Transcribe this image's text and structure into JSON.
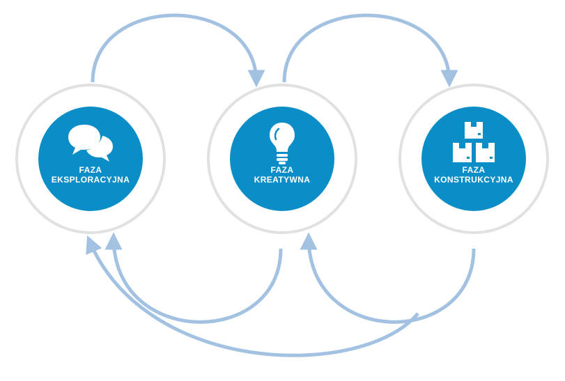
{
  "colors": {
    "node_fill": "#0b8ec7",
    "ring": "#e1e1e1",
    "arrow": "#a3c2e2"
  },
  "nodes": [
    {
      "icon": "speech-bubbles-icon",
      "line1": "FAZA",
      "line2": "EKSPLORACYJNA"
    },
    {
      "icon": "lightbulb-icon",
      "line1": "FAZA",
      "line2": "KREATYWNA"
    },
    {
      "icon": "boxes-icon",
      "line1": "FAZA",
      "line2": "KONSTRUKCYJNA"
    }
  ],
  "edges": [
    {
      "from": "EKSPLORACYJNA",
      "to": "KREATYWNA"
    },
    {
      "from": "KREATYWNA",
      "to": "KONSTRUKCYJNA"
    },
    {
      "from": "KREATYWNA",
      "to": "EKSPLORACYJNA"
    },
    {
      "from": "KONSTRUKCYJNA",
      "to": "KREATYWNA"
    },
    {
      "from": "KONSTRUKCYJNA",
      "to": "EKSPLORACYJNA"
    }
  ]
}
